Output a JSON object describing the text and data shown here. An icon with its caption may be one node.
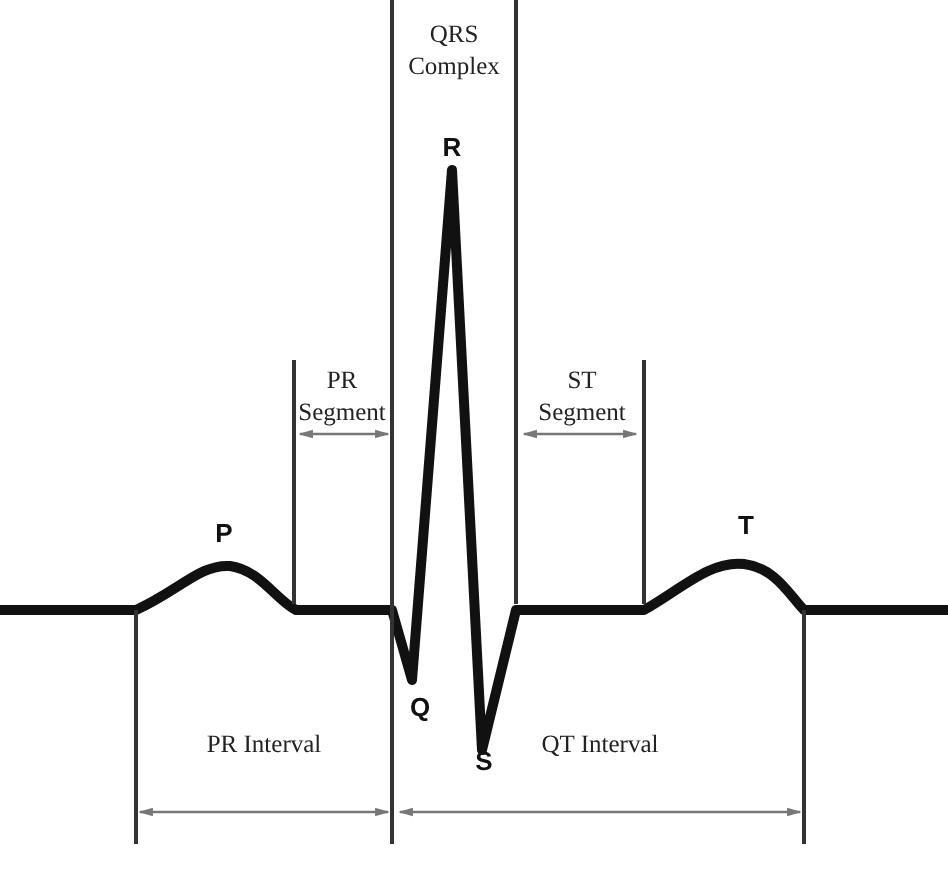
{
  "diagram": {
    "labels": [
      "QRS Complex",
      "R",
      "PR Segment",
      "ST Segment",
      "P",
      "T",
      "Q",
      "S",
      "PR Interval",
      "QT Interval"
    ]
  }
}
